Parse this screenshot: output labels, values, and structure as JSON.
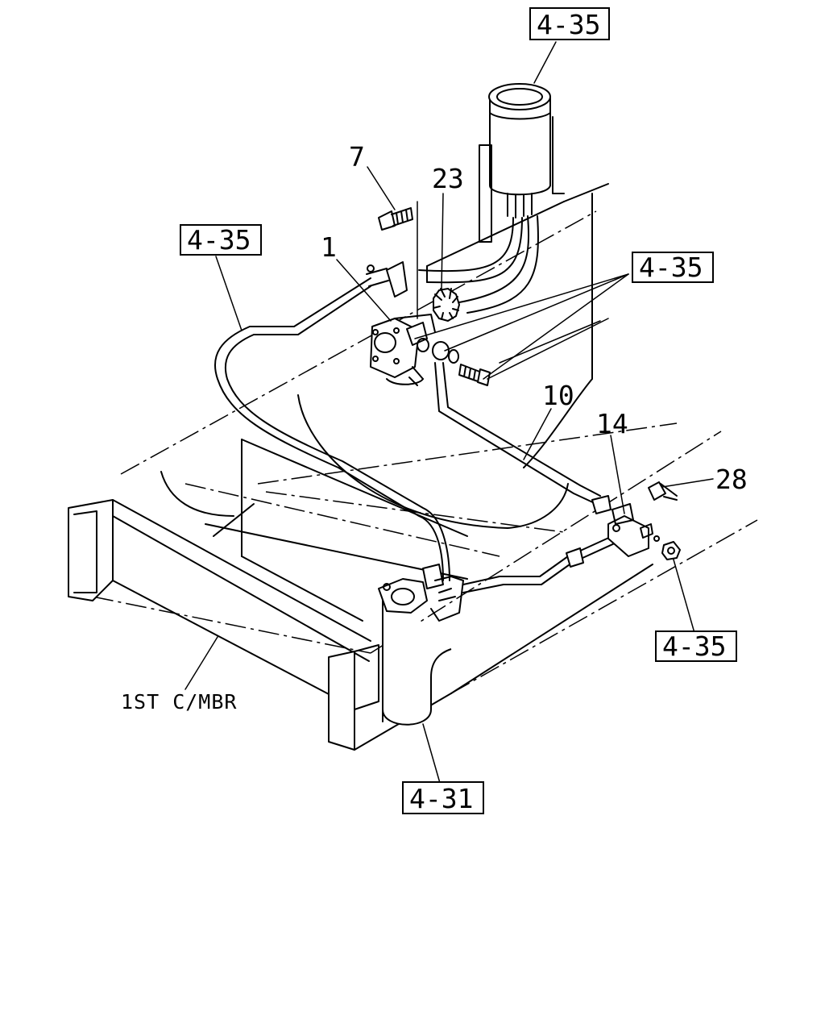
{
  "diagram": {
    "part_labels": {
      "p1": "1",
      "p7": "7",
      "p10": "10",
      "p14": "14",
      "p23": "23",
      "p28": "28"
    },
    "reference_boxes": {
      "ref_top": "4-35",
      "ref_left": "4-35",
      "ref_right": "4-35",
      "ref_lower_right": "4-35",
      "ref_bottom": "4-31"
    },
    "member_label": "1ST C/MBR"
  }
}
